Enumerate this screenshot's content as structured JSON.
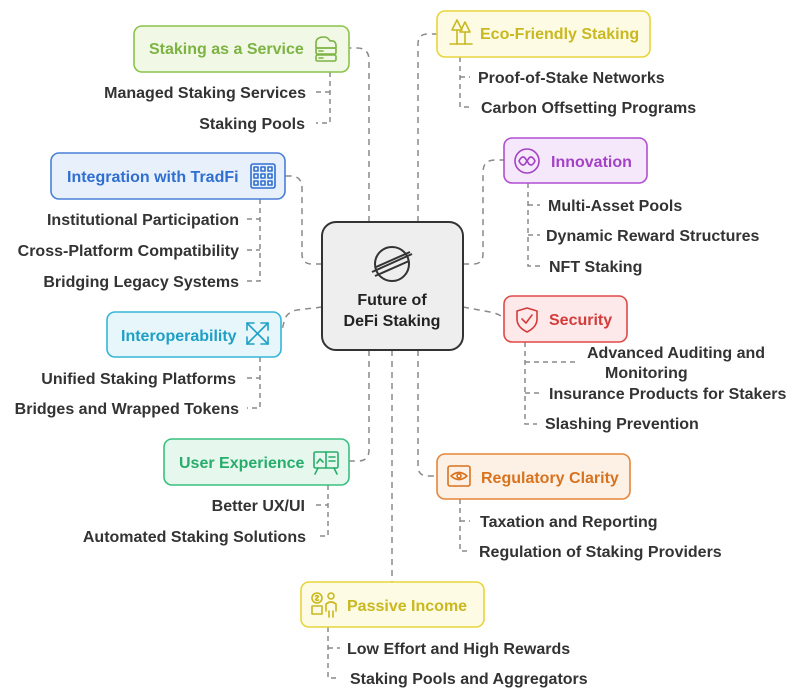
{
  "center": {
    "line1": "Future of",
    "line2": "DeFi Staking"
  },
  "colors": {
    "green": "#8bc34a",
    "green_bg": "#f1f8e6",
    "green_text": "#7cb342",
    "yellow": "#e8d53b",
    "yellow_bg": "#fdfbe4",
    "yellow_text": "#c9b81e",
    "blue": "#4a7fd6",
    "blue_bg": "#e8f0fc",
    "blue_text": "#2f6fd0",
    "purple": "#b04fd0",
    "purple_bg": "#f6e8fb",
    "purple_text": "#a442c6",
    "cyan": "#35b5d8",
    "cyan_bg": "#e6f6fb",
    "cyan_text": "#1ea0c6",
    "red": "#e04848",
    "red_bg": "#fde9e9",
    "red_text": "#d43c3c",
    "teal": "#39c07f",
    "teal_bg": "#e6f8ee",
    "teal_text": "#27ad6b",
    "orange": "#e6863a",
    "orange_bg": "#fdf0e4",
    "orange_text": "#d8731f",
    "center_bg": "#eeeeee",
    "center_border": "#333333"
  },
  "branches": {
    "staking_service": {
      "title": "Staking as a Service",
      "icon": "server-icon",
      "items": [
        "Managed Staking Services",
        "Staking Pools"
      ]
    },
    "eco_friendly": {
      "title": "Eco-Friendly Staking",
      "icon": "trees-icon",
      "items": [
        "Proof-of-Stake Networks",
        "Carbon Offsetting Programs"
      ]
    },
    "tradfi": {
      "title": "Integration with TradFi",
      "icon": "grid-icon",
      "items": [
        "Institutional Participation",
        "Cross-Platform Compatibility",
        "Bridging Legacy Systems"
      ]
    },
    "innovation": {
      "title": "Innovation",
      "icon": "infinity-icon",
      "items": [
        "Multi-Asset Pools",
        "Dynamic Reward Structures",
        "NFT Staking"
      ]
    },
    "interoperability": {
      "title": "Interoperability",
      "icon": "expand-arrows-icon",
      "items": [
        "Unified Staking Platforms",
        "Bridges and Wrapped Tokens"
      ]
    },
    "security": {
      "title": "Security",
      "icon": "shield-check-icon",
      "items": [
        "Advanced Auditing and",
        "Monitoring",
        "Insurance Products for Stakers",
        "Slashing Prevention"
      ]
    },
    "user_experience": {
      "title": "User Experience",
      "icon": "presentation-icon",
      "items": [
        "Better UX/UI",
        "Automated Staking Solutions"
      ]
    },
    "regulatory": {
      "title": "Regulatory Clarity",
      "icon": "eye-document-icon",
      "items": [
        "Taxation and Reporting",
        "Regulation of Staking Providers"
      ]
    },
    "passive_income": {
      "title": "Passive Income",
      "icon": "person-money-icon",
      "items": [
        "Low Effort and High Rewards",
        "Staking Pools and Aggregators"
      ]
    }
  }
}
